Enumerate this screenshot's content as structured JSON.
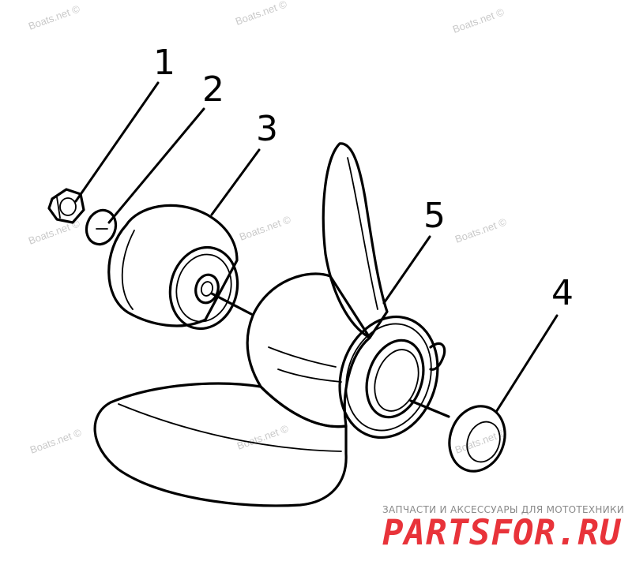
{
  "callouts": {
    "c1": "1",
    "c2": "2",
    "c3": "3",
    "c4": "4",
    "c5": "5"
  },
  "watermark": "Boats.net ©",
  "brand": {
    "tagline": "ЗАПЧАСТИ И АКСЕССУАРЫ ДЛЯ МОТОТЕХНИКИ",
    "name": "PARTSFOR.RU",
    "color": "#e8333a"
  }
}
